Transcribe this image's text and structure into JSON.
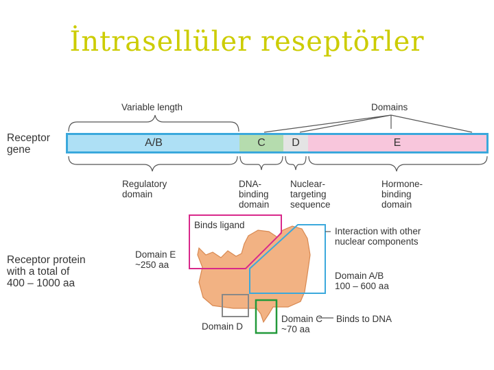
{
  "title": "İntrasellüler reseptörler",
  "gene": {
    "label": "Receptor\ngene",
    "variable_length": "Variable length",
    "domains": "Domains",
    "segments": [
      {
        "label": "A/B",
        "color": "#aee0f5"
      },
      {
        "label": "C",
        "color": "#b5dcae"
      },
      {
        "label": "D",
        "color": "#e4e4e4"
      },
      {
        "label": "E",
        "color": "#f8c6dc"
      }
    ],
    "bottom_labels": [
      "Regulatory\ndomain",
      "DNA-\nbinding\ndomain",
      "Nuclear-\ntargeting\nsequence",
      "Hormone-\nbinding\ndomain"
    ]
  },
  "protein": {
    "label": "Receptor protein\nwith a total of\n400 – 1000 aa",
    "binds_ligand": "Binds ligand",
    "interaction": "Interaction with other\nnuclear components",
    "domain_e": "Domain E\n~250 aa",
    "domain_ab": "Domain A/B\n100 – 600 aa",
    "domain_d": "Domain D",
    "domain_c": "Domain C\n~70 aa",
    "binds_dna": "Binds to DNA"
  },
  "colors": {
    "title": "#cccc00",
    "outline_blue": "#3aa8dc",
    "ligand_box": "#d8288a",
    "domain_d_box": "#888888",
    "domain_c_box": "#22993a",
    "protein_fill": "#f2b283"
  }
}
